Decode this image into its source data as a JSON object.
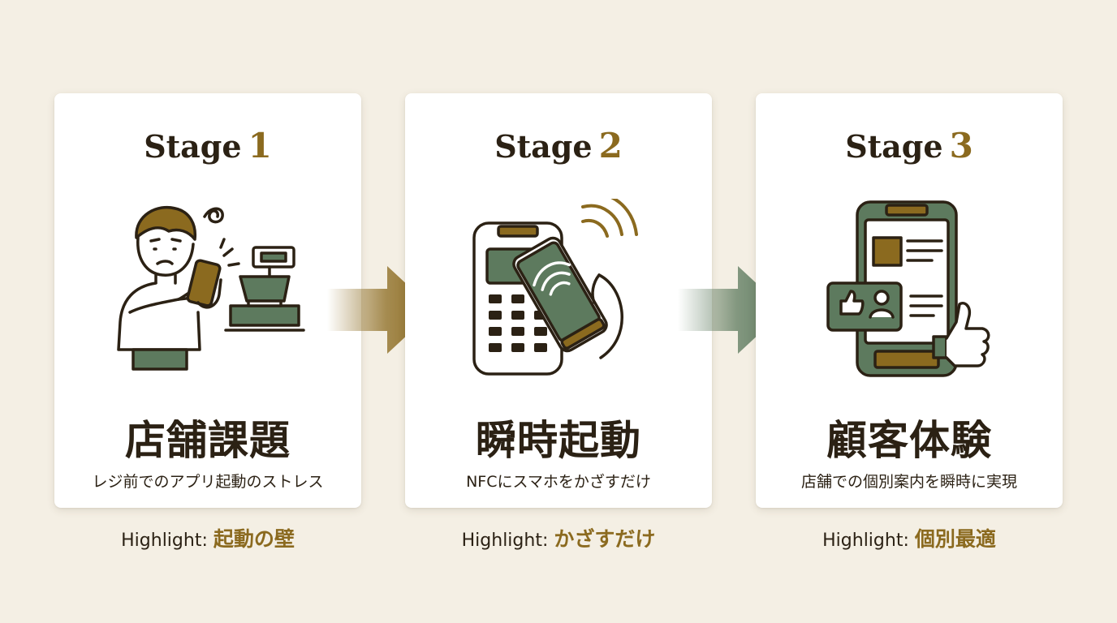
{
  "colors": {
    "background": "#f4efe4",
    "card": "#ffffff",
    "ink": "#2b2114",
    "gold": "#8b6a1f",
    "green": "#5d7a5e"
  },
  "highlight_label": "Highlight:",
  "stages": [
    {
      "word": "Stage",
      "number": "1",
      "title": "店舗課題",
      "caption": "レジ前でのアプリ起動のストレス",
      "highlight": "起動の壁",
      "icon": "confused-person-with-phone-and-register-icon"
    },
    {
      "word": "Stage",
      "number": "2",
      "title": "瞬時起動",
      "caption": "NFCにスマホをかざすだけ",
      "highlight": "かざすだけ",
      "icon": "nfc-phone-tap-terminal-icon"
    },
    {
      "word": "Stage",
      "number": "3",
      "title": "顧客体験",
      "caption": "店舗での個別案内を瞬時に実現",
      "highlight": "個別最適",
      "icon": "phone-with-personalized-content-and-thumbs-up-icon"
    }
  ]
}
